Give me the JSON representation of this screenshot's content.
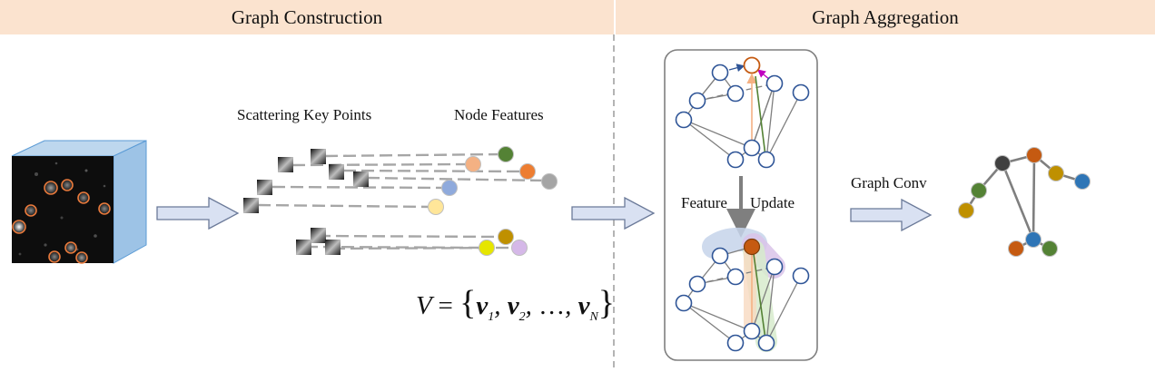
{
  "sections": {
    "left_title": "Graph Construction",
    "right_title": "Graph Aggregation"
  },
  "labels": {
    "scattering": "Scattering Key Points",
    "node_features": "Node Features",
    "feature": "Feature",
    "update": "Update",
    "graph_conv": "Graph Conv"
  },
  "formula": {
    "lhs": "V",
    "eq": "=",
    "open": "{",
    "v": "v",
    "s1": "1",
    "s2": "2",
    "dots": "…",
    "sN": "N",
    "close": "}"
  },
  "colors": {
    "header_bg": "#fbe3cf",
    "arrow_fill": "#d9e1f2",
    "arrow_stroke": "#6b7a99",
    "node_stroke": "#2f5597",
    "cube_side": "#9dc3e6",
    "keypoint_ring": "#e97a3c",
    "feature_nodes": [
      "#548235",
      "#f4b183",
      "#ed7d31",
      "#a5a5a5",
      "#8faadc",
      "#ffe699",
      "#bf9000",
      "#e6e600",
      "#d5b8e8"
    ],
    "conv_nodes": [
      "#404040",
      "#c55a11",
      "#bf9000",
      "#2e75b6",
      "#548235",
      "#bf9000",
      "#2e75b6",
      "#c55a11",
      "#548235"
    ]
  }
}
